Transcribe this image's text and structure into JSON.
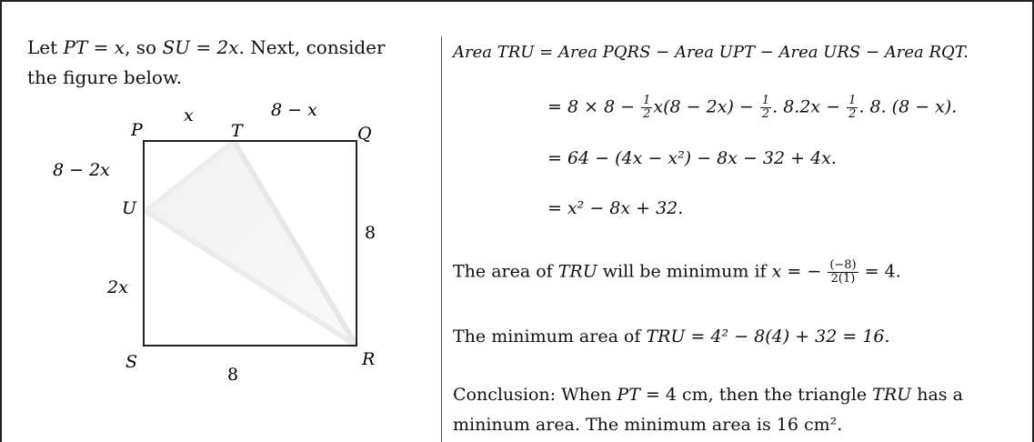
{
  "left": {
    "intro_line1_a": "Let ",
    "intro_pt": "PT",
    "intro_eq1": " = x",
    "intro_so": ", so ",
    "intro_su": "SU",
    "intro_eq2": " = 2x",
    "intro_next": ". Next, consider",
    "intro_line2": "the figure below."
  },
  "figure": {
    "labels": {
      "P": "P",
      "Q": "Q",
      "R": "R",
      "S": "S",
      "T": "T",
      "U": "U",
      "top_left_seg": "x",
      "top_right_seg": "8 − x",
      "left_top_seg": "8 − 2x",
      "left_bottom_seg": "2x",
      "right_side": "8",
      "bottom_side": "8"
    }
  },
  "right": {
    "title": "Area TRU = Area PQRS − Area UPT − Area URS  − Area RQT.",
    "eq1_a": "= 8 × 8 − ",
    "eq1_b": "x(8 − 2x) − ",
    "eq1_c": ". 8.2x − ",
    "eq1_d": ". 8. (8 − x).",
    "frac_one": "1",
    "frac_two": "2",
    "eq2": "= 64 − (4x − x²) − 8x − 32 + 4x.",
    "eq3": "= x² − 8x + 32.",
    "min1_a": "The area of ",
    "min1_tru": "TRU",
    "min1_b": " will be minimum if ",
    "min1_c": "x = − ",
    "min1_num": "(−8)",
    "min1_den": "2(1)",
    "min1_d": " = 4.",
    "min2_a": "The minimum area of ",
    "min2_tru": "TRU",
    "min2_b": " = 4² − 8(4) + 32 = 16.",
    "conc1_a": "Conclusion: When ",
    "conc1_pt": "PT",
    "conc1_b": " = 4 cm, then the triangle ",
    "conc1_tru": "TRU",
    "conc1_c": " has a",
    "conc2": "mininum area. The minimum area is 16 cm²."
  }
}
